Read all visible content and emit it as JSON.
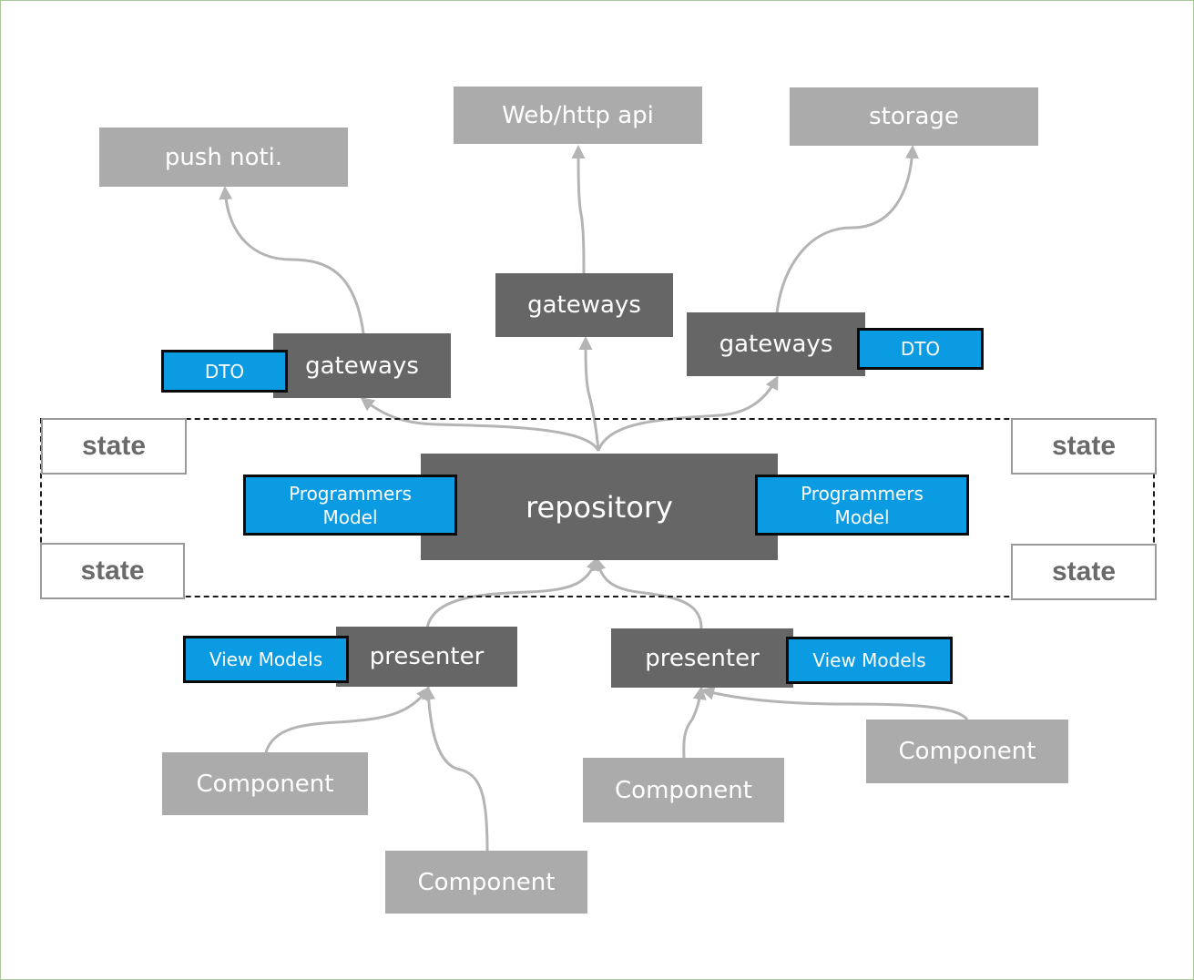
{
  "external": {
    "push": "push noti.",
    "web": "Web/http api",
    "storage": "storage"
  },
  "gateways": {
    "left": "gateways",
    "center": "gateways",
    "right": "gateways"
  },
  "dto": {
    "left": "DTO",
    "right": "DTO"
  },
  "repository": {
    "label": "repository",
    "model_left": "Programmers\nModel",
    "model_right": "Programmers\nModel"
  },
  "states": [
    "state",
    "state",
    "state",
    "state"
  ],
  "presenters": {
    "left": "presenter",
    "right": "presenter"
  },
  "view_models": {
    "left": "View Models",
    "right": "View Models"
  },
  "components": [
    "Component",
    "Component",
    "Component",
    "Component"
  ],
  "colors": {
    "external": "#ababab",
    "dark": "#666666",
    "blue": "#0a9be3",
    "arrow": "#b4b4b4"
  }
}
